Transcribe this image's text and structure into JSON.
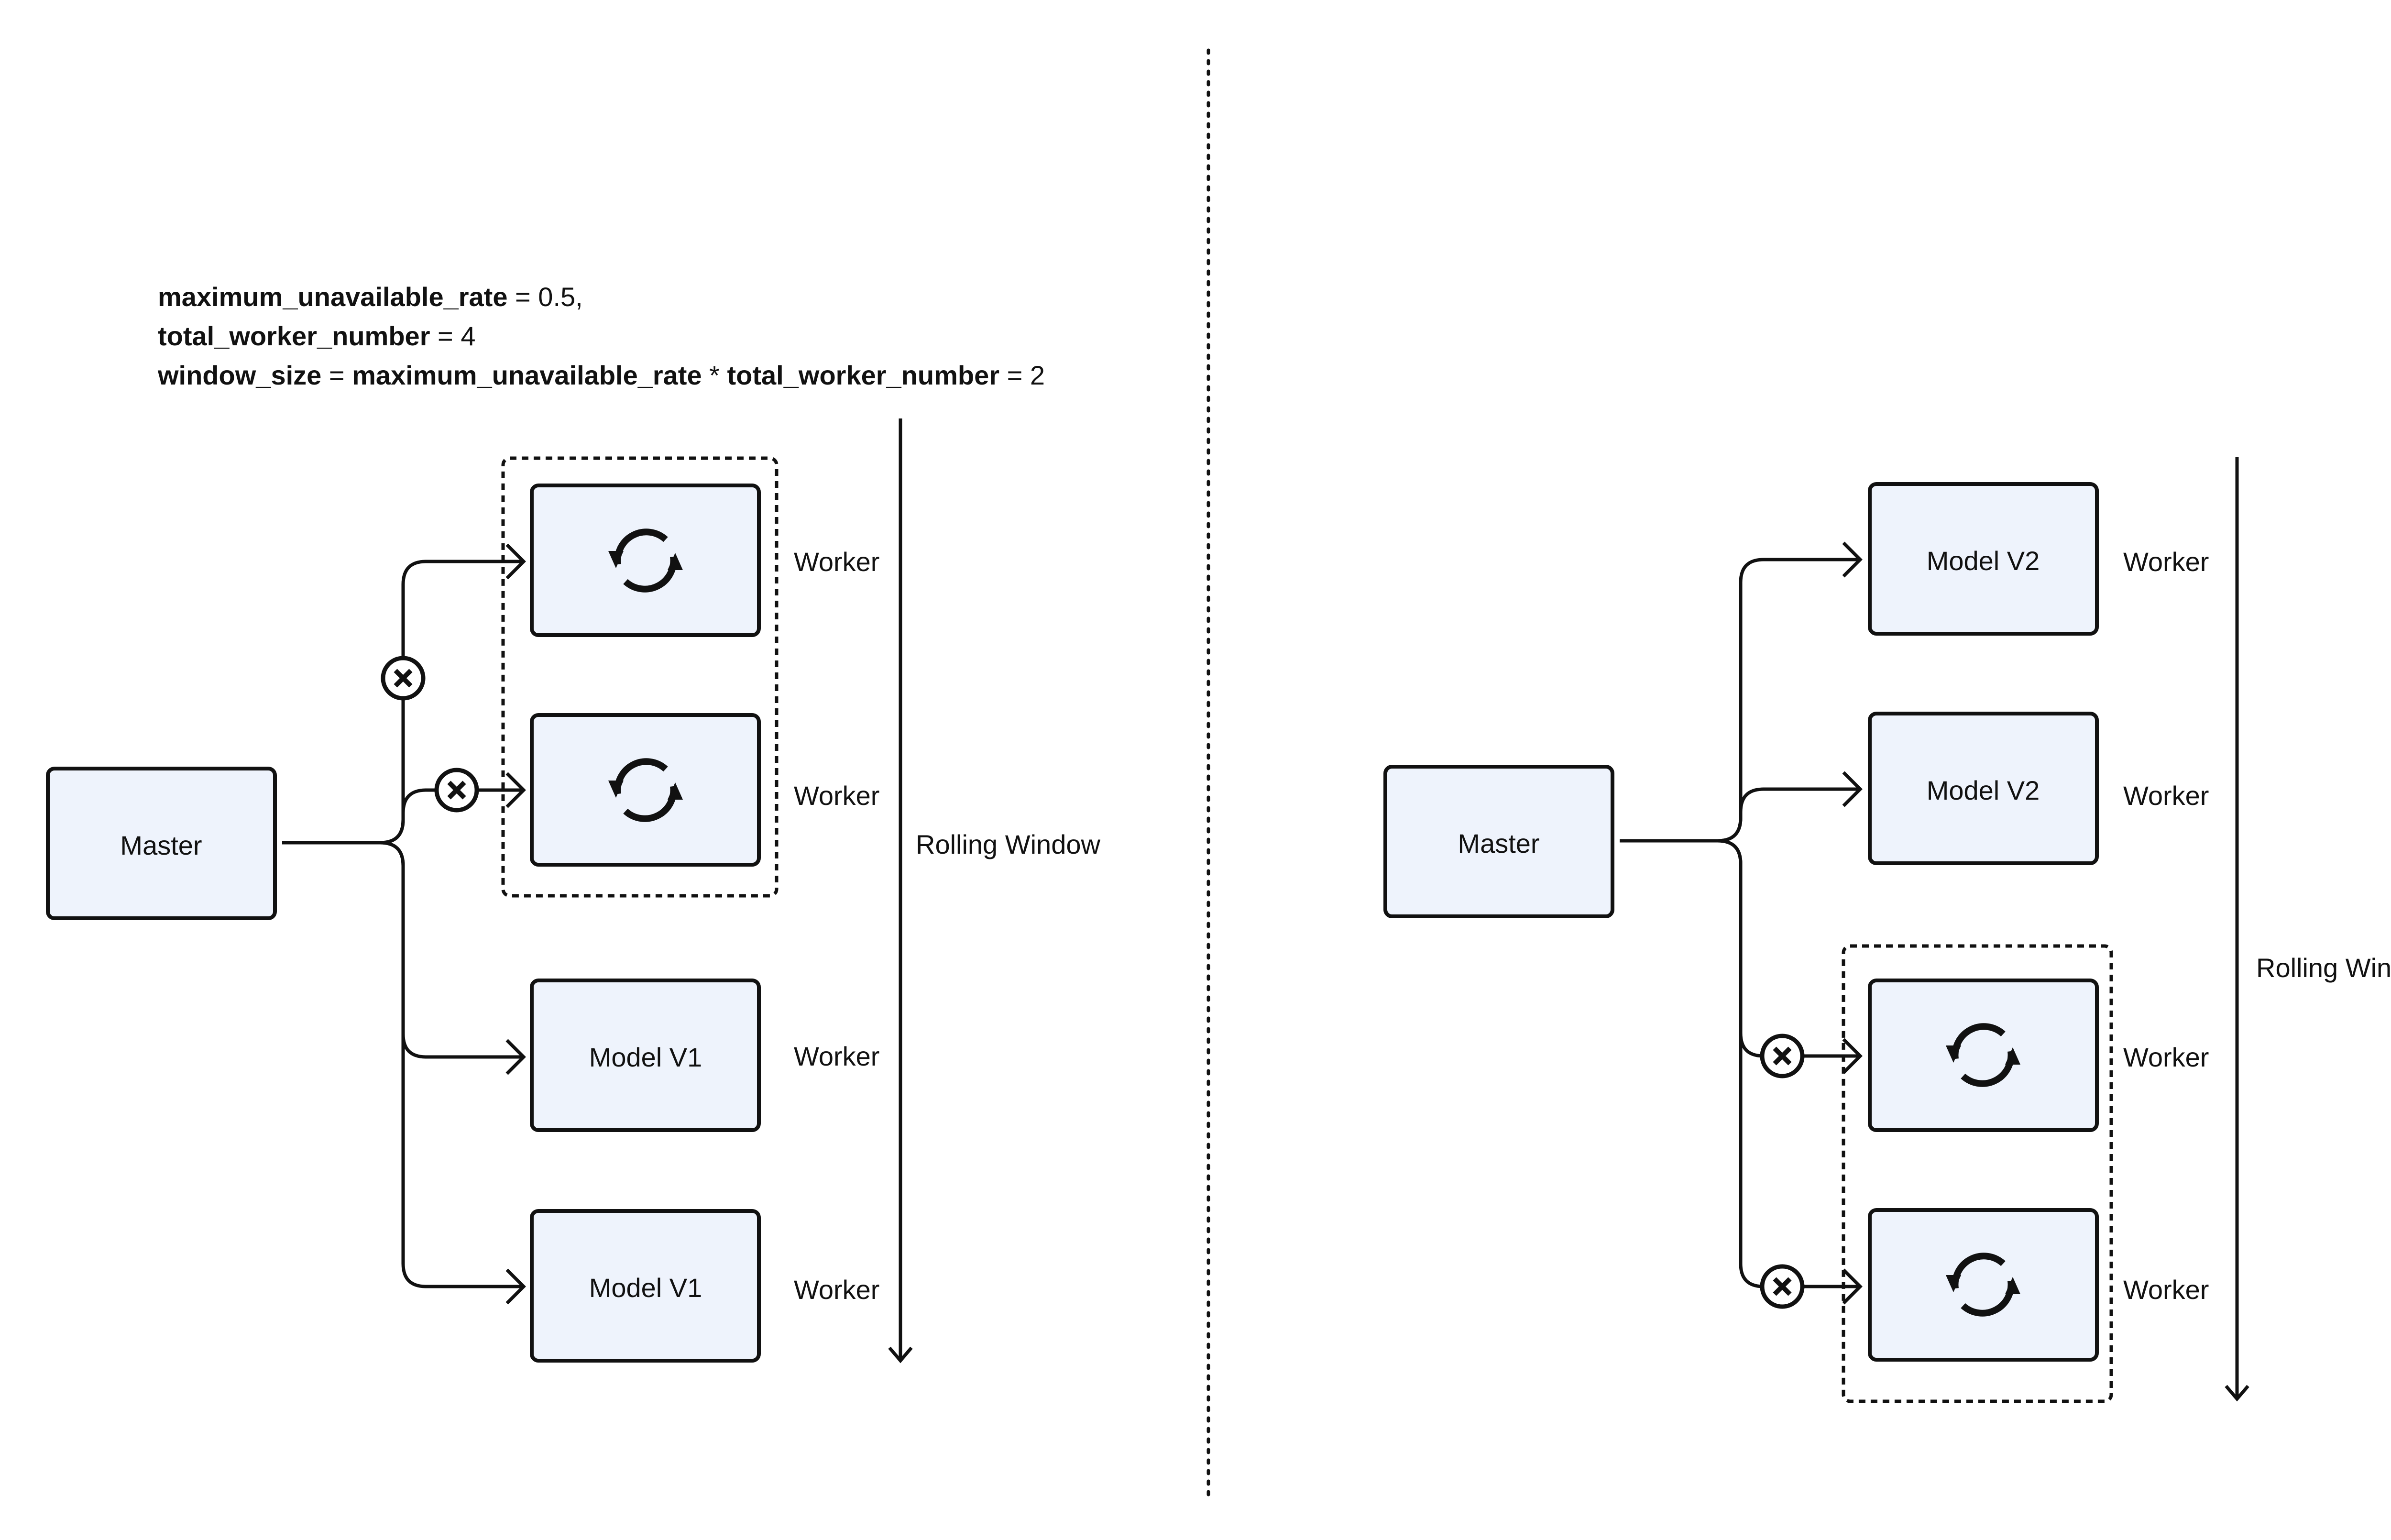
{
  "formula": {
    "line1": {
      "var": "maximum_unavailable_rate",
      "rest": " = 0.5,"
    },
    "line2": {
      "var": "total_worker_number",
      "rest": " = 4"
    },
    "line3": {
      "var1": "window_size",
      "mid": " = ",
      "var2": "maximum_unavailable_rate",
      "op": " * ",
      "var3": "total_worker_number",
      "rest": " = 2"
    }
  },
  "left": {
    "master_label": "Master",
    "workers": [
      {
        "content": "reload-icon",
        "label": "Worker",
        "blocked": true
      },
      {
        "content": "reload-icon",
        "label": "Worker",
        "blocked": true
      },
      {
        "content": "Model V1",
        "label": "Worker",
        "blocked": false
      },
      {
        "content": "Model V1",
        "label": "Worker",
        "blocked": false
      }
    ],
    "window_label": "Rolling Window"
  },
  "right": {
    "master_label": "Master",
    "workers": [
      {
        "content": "Model V2",
        "label": "Worker",
        "blocked": false
      },
      {
        "content": "Model V2",
        "label": "Worker",
        "blocked": false
      },
      {
        "content": "reload-icon",
        "label": "Worker",
        "blocked": true
      },
      {
        "content": "reload-icon",
        "label": "Worker",
        "blocked": true
      }
    ],
    "window_label": "Rolling Window"
  },
  "colors": {
    "box_fill": "#eef3fc",
    "stroke": "#111111"
  }
}
